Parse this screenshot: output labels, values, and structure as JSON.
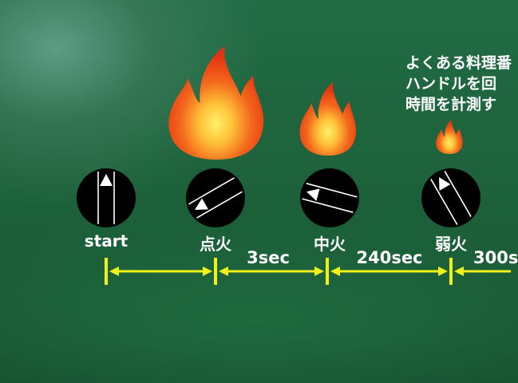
{
  "stages": [
    {
      "label": "start",
      "flame": "none",
      "handle_rotation_deg": 0
    },
    {
      "label": "点火",
      "flame": "large-fire-icon",
      "handle_rotation_deg": 240
    },
    {
      "label": "中火",
      "flame": "medium-fire-icon",
      "handle_rotation_deg": 285
    },
    {
      "label": "弱火",
      "flame": "small-fire-icon",
      "handle_rotation_deg": 330
    }
  ],
  "intervals": [
    "3sec",
    "240sec",
    "300s"
  ],
  "note_lines": [
    "よくある料理番",
    "ハンドルを回",
    "時間を計測す"
  ],
  "colors": {
    "background": "#1f6a41",
    "timeline": "#f2f21a",
    "knob": "#000000",
    "knob_line": "#ffffff",
    "text": "#ffffff",
    "flame_outer": "#ea3a10",
    "flame_inner": "#ffd03a"
  }
}
